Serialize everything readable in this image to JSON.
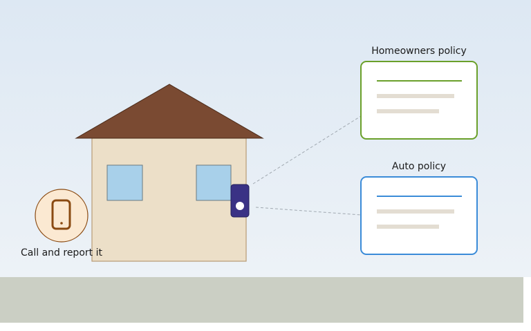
{
  "diagram": {
    "phone_caption": "Call and report it",
    "policies": [
      {
        "title": "Homeowners policy",
        "accent": "#6aa02a"
      },
      {
        "title": "Auto policy",
        "accent": "#3a8bd8"
      }
    ]
  },
  "colors": {
    "sky_top": "#dde8f3",
    "sky_bottom": "#edf2f7",
    "ground": "#cbcfc4",
    "roof": "#7a4a32",
    "house_wall": "#ecdfc8",
    "house_outline": "#b89a74",
    "window": "#a8d0ea",
    "device": "#3a3285",
    "phone_circle": "#fbe9d2",
    "phone_icon": "#8a4a12",
    "doc_line": "#e3ddd2",
    "connector": "#a0a8b0"
  },
  "icons": {
    "phone": "phone-icon",
    "sensor": "doorbell-sensor-icon"
  }
}
